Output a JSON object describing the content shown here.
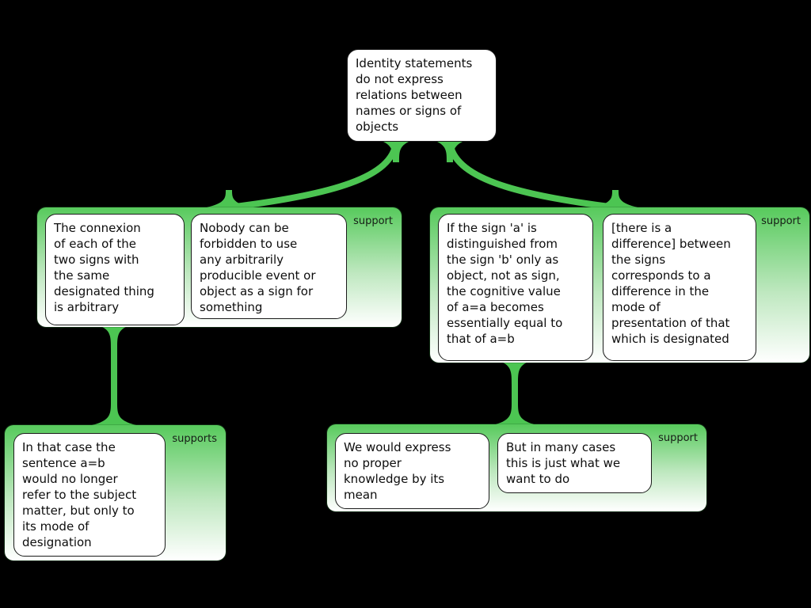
{
  "colors": {
    "bg": "#000000",
    "green": "#4cc552",
    "green-top": "#57ca5c"
  },
  "root": {
    "text": "Identity statements\ndo not express\nrelations between\nnames or signs of\nobjects"
  },
  "groups": [
    {
      "label": "support",
      "nodes": [
        {
          "text": "The connexion\nof each of the\ntwo signs with\nthe same\ndesignated thing\nis arbitrary"
        },
        {
          "text": "Nobody can be\nforbidden to use\nany arbitrarily\nproducible event or\nobject as a sign for\nsomething"
        }
      ]
    },
    {
      "label": "support",
      "nodes": [
        {
          "text": "If the sign 'a' is\ndistinguished from\nthe sign 'b' only as\nobject, not as sign,\nthe cognitive value\nof a=a becomes\nessentially equal to\nthat of a=b"
        },
        {
          "text": "[there is a\ndifference] between\nthe signs\ncorresponds to a\ndifference in the\nmode of\npresentation of that\nwhich is designated"
        }
      ]
    },
    {
      "label": "supports",
      "nodes": [
        {
          "text": "In that case the\nsentence a=b\nwould no longer\nrefer to the subject\nmatter, but only to\nits mode of\ndesignation"
        }
      ]
    },
    {
      "label": "support",
      "nodes": [
        {
          "text": "We would express\nno proper\nknowledge by its\nmean"
        },
        {
          "text": "But in many cases\nthis is just what we\nwant to do"
        }
      ]
    }
  ]
}
